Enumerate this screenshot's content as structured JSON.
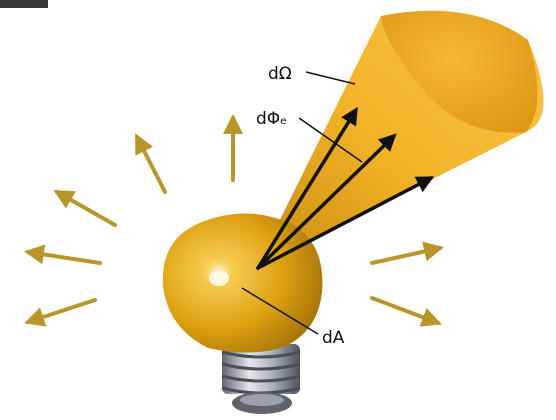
{
  "labels": {
    "solid_angle": "dΩ",
    "flux": "dΦₑ",
    "area": "dA"
  },
  "colors": {
    "cone": "#f0a81a",
    "bulb": "#e0a312",
    "ray_arrows": "#b8962a",
    "flux_arrows": "#111111",
    "base": "#9aa3ad"
  }
}
